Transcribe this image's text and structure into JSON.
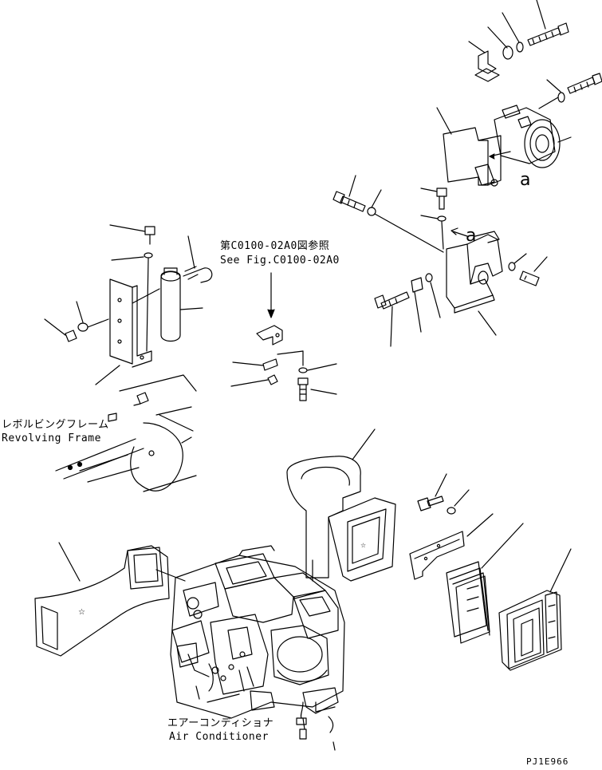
{
  "labels": {
    "ref_jp": "第C0100-02A0図参照",
    "ref_en": "See Fig.C0100-02A0",
    "frame_jp": "レボルビングフレーム",
    "frame_en": "Revolving Frame",
    "ac_jp": "エアーコンディショナ",
    "ac_en": "Air Conditioner",
    "marker_a": "a",
    "drawing_id": "PJ1E966"
  }
}
